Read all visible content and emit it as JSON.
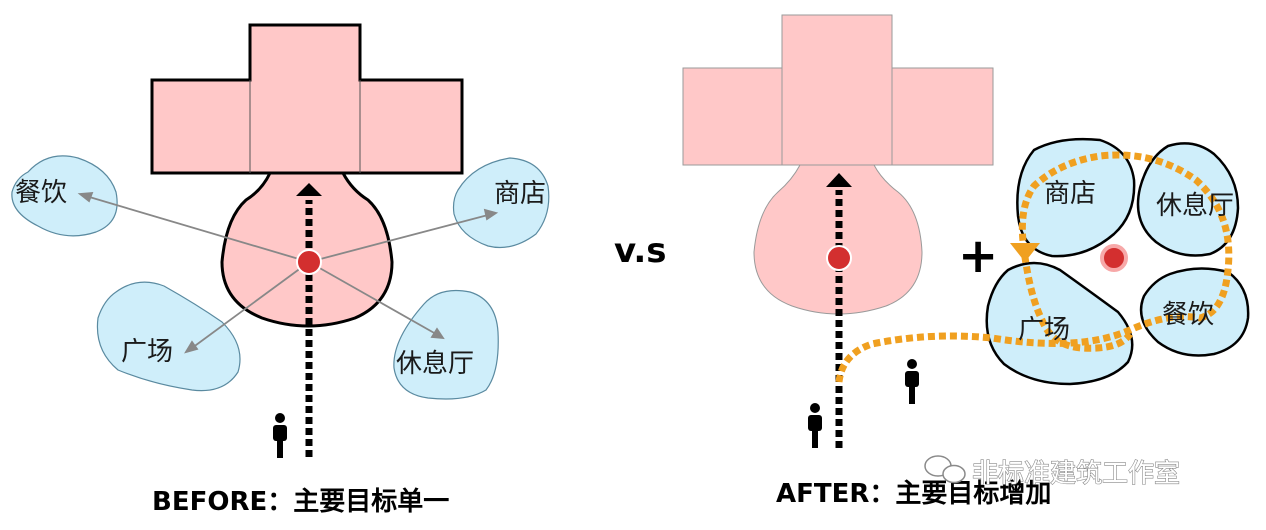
{
  "before": {
    "caption": "BEFORE：主要目标单一",
    "labels": {
      "dining": "餐饮",
      "shop": "商店",
      "plaza": "广场",
      "lounge": "休息厅"
    }
  },
  "vs_label": "v.s",
  "plus_label": "+",
  "after": {
    "caption": "AFTER：主要目标增加",
    "labels": {
      "shop": "商店",
      "lounge": "休息厅",
      "plaza": "广场",
      "dining": "餐饮"
    }
  },
  "watermark": "非标准建筑工作室",
  "colors": {
    "building_fill": "#ffc8c8",
    "blob_fill": "#cfeefa",
    "center_dot": "#d32f2f",
    "route": "#f0a020",
    "arrow": "#888888",
    "ink": "#000000"
  }
}
